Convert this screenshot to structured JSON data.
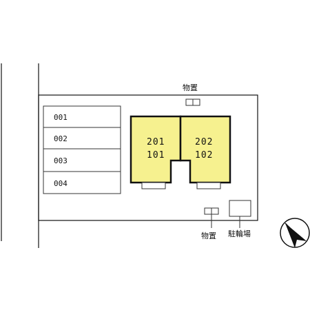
{
  "parking": {
    "slots": [
      "001",
      "002",
      "003",
      "004"
    ]
  },
  "building": {
    "unit_left": {
      "upper": "201",
      "lower": "101"
    },
    "unit_right": {
      "upper": "202",
      "lower": "102"
    }
  },
  "storage_top_label": "物置",
  "storage_bottom_label": "物置",
  "bicycle_parking_label": "駐輪場",
  "colors": {
    "unit_fill": "#f6f18f",
    "line": "#111111"
  }
}
